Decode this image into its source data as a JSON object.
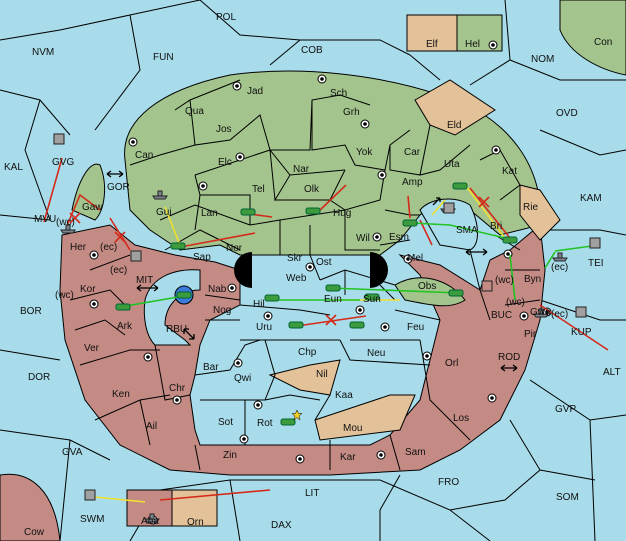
{
  "colors": {
    "sea": "#a8dcea",
    "green_land": "#a3c48d",
    "red_land": "#c48a84",
    "neutral_land": "#e3c299",
    "border": "#000000",
    "green_order": "#22c322",
    "red_order": "#d42a1a",
    "yellow_order": "#f0e030"
  },
  "seas": {
    "POL": "POL",
    "NVM": "NVM",
    "FUN": "FUN",
    "COB": "COB",
    "NOM": "NOM",
    "Con": "Con",
    "OVD": "OVD",
    "KAL": "KAL",
    "GVG": "GVG",
    "GOR": "GOR",
    "Gaw": "Gaw",
    "MVU": "MVU",
    "KAM": "KAM",
    "SMA": "SMA",
    "TEI": "TEI",
    "MIT": "MIT",
    "BOR": "BOR",
    "RBU": "RBU",
    "BUC": "BUC",
    "KUP": "KUP",
    "ALT": "ALT",
    "DOR": "DOR",
    "ROD": "ROD",
    "GVP": "GVP",
    "GVA": "GVA",
    "FRO": "FRO",
    "SOM": "SOM",
    "LIT": "LIT",
    "SWM": "SWM",
    "DAX": "DAX",
    "Cow": "Cow"
  },
  "green_lands": {
    "Jad": "Jad",
    "Sch": "Sch",
    "Qua": "Qua",
    "Jos": "Jos",
    "Grh": "Grh",
    "Can": "Can",
    "Car": "Car",
    "Yok": "Yok",
    "Elc": "Elc",
    "Nar": "Nar",
    "Uta": "Uta",
    "Kat": "Kat",
    "Tel": "Tel",
    "Olk": "Olk",
    "Amp": "Amp",
    "Gui": "Gui",
    "Lan": "Lan",
    "Hug": "Hug",
    "Esm": "Esm",
    "Wil": "Wil",
    "Sap": "Sap",
    "Nor": "Nor",
    "Skr": "Skr",
    "Ost": "Ost",
    "Web": "Web",
    "Eun": "Eun",
    "Sun": "Sun",
    "Byn": "Byn",
    "Hel": "Hel",
    "Hil": "Hil"
  },
  "red_lands": {
    "Her": "Her",
    "Kor": "Kor",
    "Ark": "Ark",
    "Nab": "Nab",
    "Nog": "Nog",
    "Mel": "Mel",
    "Obs": "Obs",
    "Bri": "Bri",
    "Rie": "Rie",
    "Ver": "Ver",
    "Uru": "Uru",
    "Feu": "Feu",
    "Gwa": "Gwa",
    "Pir": "Pir",
    "Chp": "Chp",
    "Neu": "Neu",
    "Orl": "Orl",
    "Bar": "Bar",
    "Qwi": "Qwi",
    "Ken": "Ken",
    "Chr": "Chr",
    "Kaa": "Kaa",
    "Los": "Los",
    "Ail": "Ail",
    "Sot": "Sot",
    "Rot": "Rot",
    "Zin": "Zin",
    "Kar": "Kar",
    "Sam": "Sam",
    "Aba": "Aba"
  },
  "neutral_lands": {
    "Elf": "Elf",
    "Eld": "Eld",
    "Nil": "Nil",
    "Mou": "Mou",
    "Orn": "Orn"
  },
  "coast_tags": {
    "ec": "(ec)",
    "wc": "(wc)"
  }
}
